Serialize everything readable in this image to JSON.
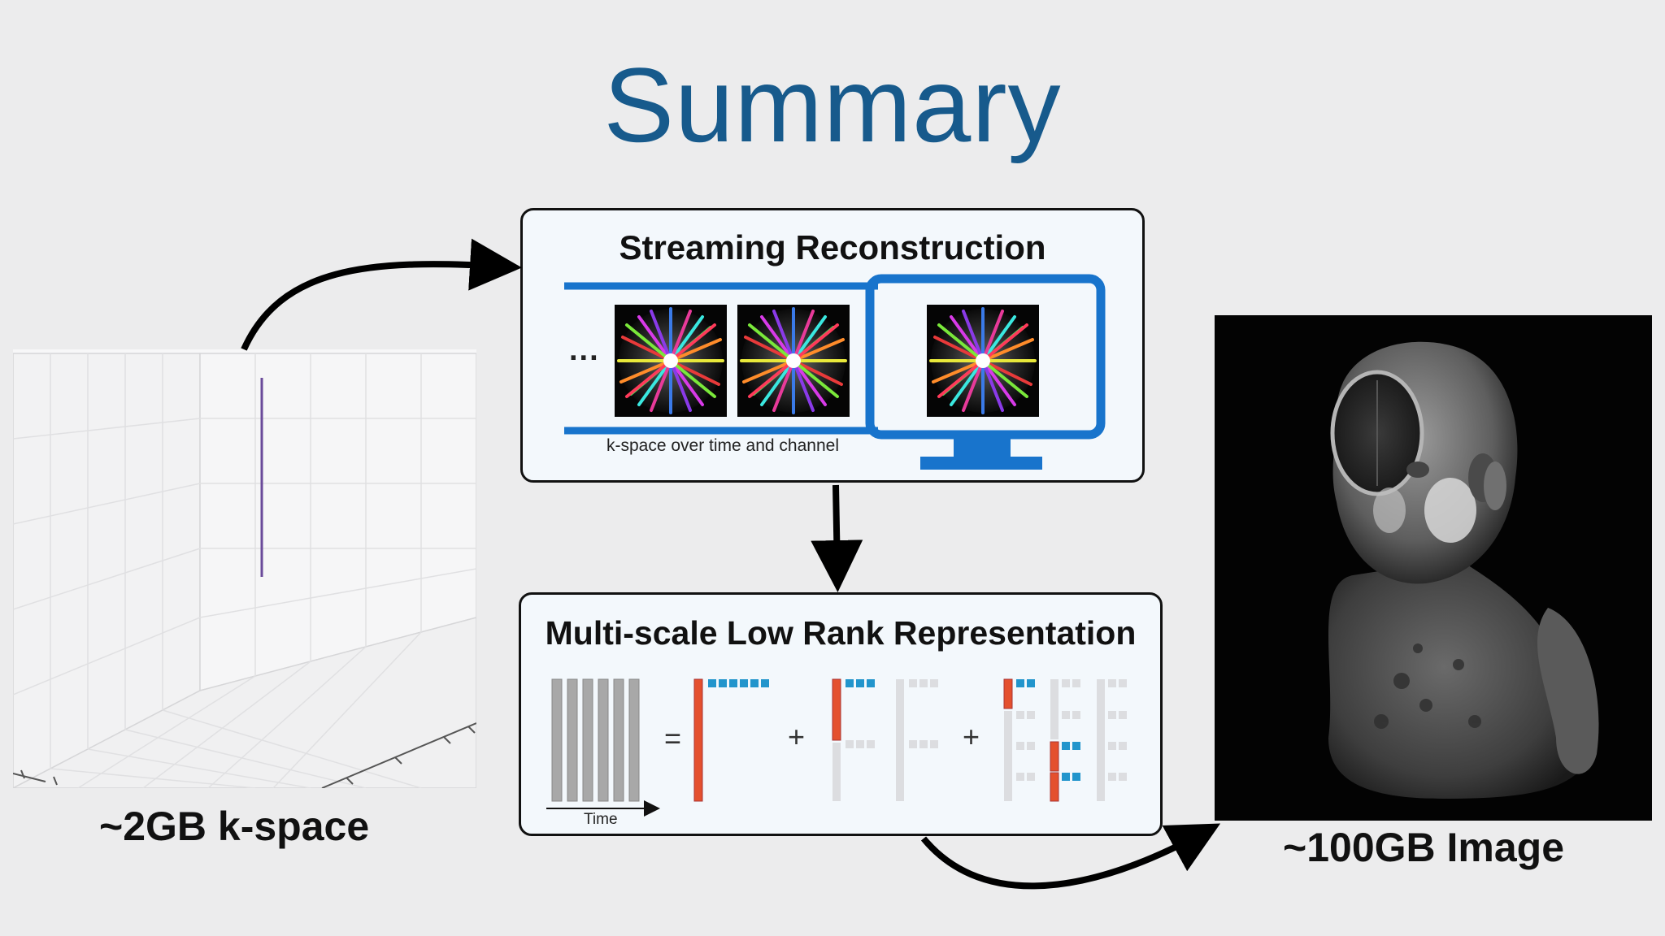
{
  "slide": {
    "title": "Summary",
    "streaming_box": {
      "title": "Streaming Reconstruction",
      "ellipsis": "...",
      "caption": "k-space over time and channel"
    },
    "lowrank_box": {
      "title": "Multi-scale Low Rank Representation",
      "time_label": "Time",
      "eq_sign": "=",
      "plus_sign": "+"
    },
    "kspace_label": "~2GB k-space",
    "image_label": "~100GB Image",
    "colors": {
      "title": "#175a8c",
      "monitor": "#1874cc",
      "orange_block": "#e4502e",
      "blue_block": "#2295cc",
      "gray_block": "#a8a8a8"
    }
  }
}
